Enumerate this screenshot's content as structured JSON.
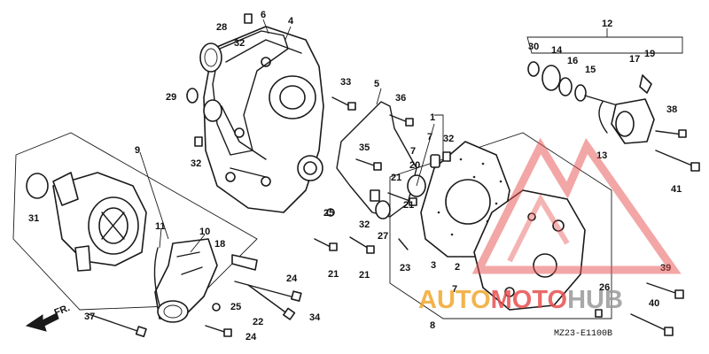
{
  "diagram_code": "MZ23-E1100B",
  "front_marker": "FR.",
  "watermark": {
    "prefix": "AUTO",
    "middle": "MOTO",
    "suffix": "HUB",
    "color_orange": "#f0a830",
    "color_red": "#e85050",
    "color_grey": "#9a9a9a"
  },
  "callouts": [
    "1",
    "2",
    "3",
    "4",
    "5",
    "6",
    "7",
    "7",
    "7",
    "8",
    "9",
    "10",
    "11",
    "12",
    "13",
    "14",
    "15",
    "16",
    "17",
    "18",
    "19",
    "20",
    "21",
    "21",
    "21",
    "21",
    "22",
    "23",
    "24",
    "24",
    "25",
    "25",
    "26",
    "27",
    "28",
    "29",
    "30",
    "31",
    "32",
    "32",
    "32",
    "32",
    "33",
    "34",
    "35",
    "36",
    "37",
    "38",
    "39",
    "40",
    "41"
  ]
}
